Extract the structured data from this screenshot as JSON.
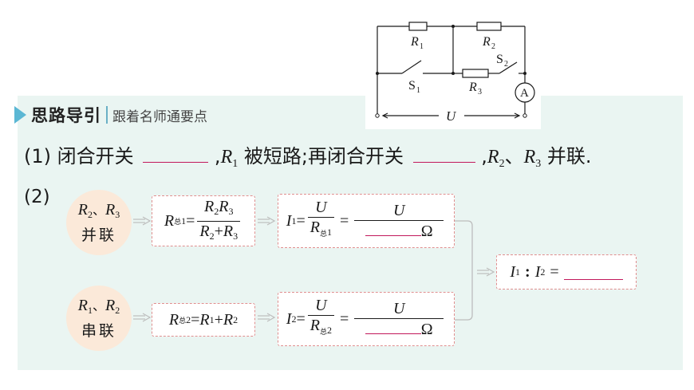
{
  "circuit": {
    "r1": "R",
    "r1_sub": "1",
    "r2": "R",
    "r2_sub": "2",
    "r3": "R",
    "r3_sub": "3",
    "s1": "S",
    "s1_sub": "1",
    "s2": "S",
    "s2_sub": "2",
    "ammeter": "A",
    "voltage": "U"
  },
  "header": {
    "title": "思路导引",
    "subtitle": "跟着名师通要点"
  },
  "q1": {
    "label": "(1)",
    "text_a": "闭合开关",
    "comma_a": ",",
    "r1": "R",
    "r1_sub": "1",
    "text_b": " 被短路;再闭合开关",
    "comma_b": ",",
    "r2": "R",
    "r2_sub": "2",
    "sep": "、",
    "r3": "R",
    "r3_sub": "3",
    "text_c": " 并联."
  },
  "q2": {
    "label": "(2)",
    "parallel": {
      "ra": "R",
      "ra_sub": "2",
      "sep": "、",
      "rb": "R",
      "rb_sub": "3",
      "word": "并联"
    },
    "series": {
      "ra": "R",
      "ra_sub": "1",
      "sep": "、",
      "rb": "R",
      "rb_sub": "2",
      "word": "串联"
    },
    "formula_parallel_r": {
      "lhs": "R",
      "lhs_zong": "总",
      "lhs_sub": "1",
      "eq": "=",
      "num_a": "R",
      "num_a_sub": "2",
      "num_b": "R",
      "num_b_sub": "3",
      "den_a": "R",
      "den_a_sub": "2",
      "den_plus": "+",
      "den_b": "R",
      "den_b_sub": "3"
    },
    "formula_series_r": {
      "lhs": "R",
      "lhs_zong": "总",
      "lhs_sub": "2",
      "eq": "=",
      "a": "R",
      "a_sub": "1",
      "plus": "+",
      "b": "R",
      "b_sub": "2"
    },
    "formula_i1": {
      "lhs": "I",
      "lhs_sub": "1",
      "eq": "=",
      "num": "U",
      "den": "R",
      "den_zong": "总",
      "den_sub": "1",
      "eq2": "=",
      "num2": "U",
      "unit": "Ω"
    },
    "formula_i2": {
      "lhs": "I",
      "lhs_sub": "2",
      "eq": "=",
      "num": "U",
      "den": "R",
      "den_zong": "总",
      "den_sub": "2",
      "eq2": "=",
      "num2": "U",
      "unit": "Ω"
    },
    "ratio": {
      "a": "I",
      "a_sub": "1",
      "colon": ":",
      "b": "I",
      "b_sub": "2",
      "eq": "="
    }
  },
  "colors": {
    "panel": "#eaf5f2",
    "accent": "#5bb7d4",
    "blank_line": "#c2185b",
    "circle": "#fbe9d9",
    "box_border": "#e08f8f"
  }
}
